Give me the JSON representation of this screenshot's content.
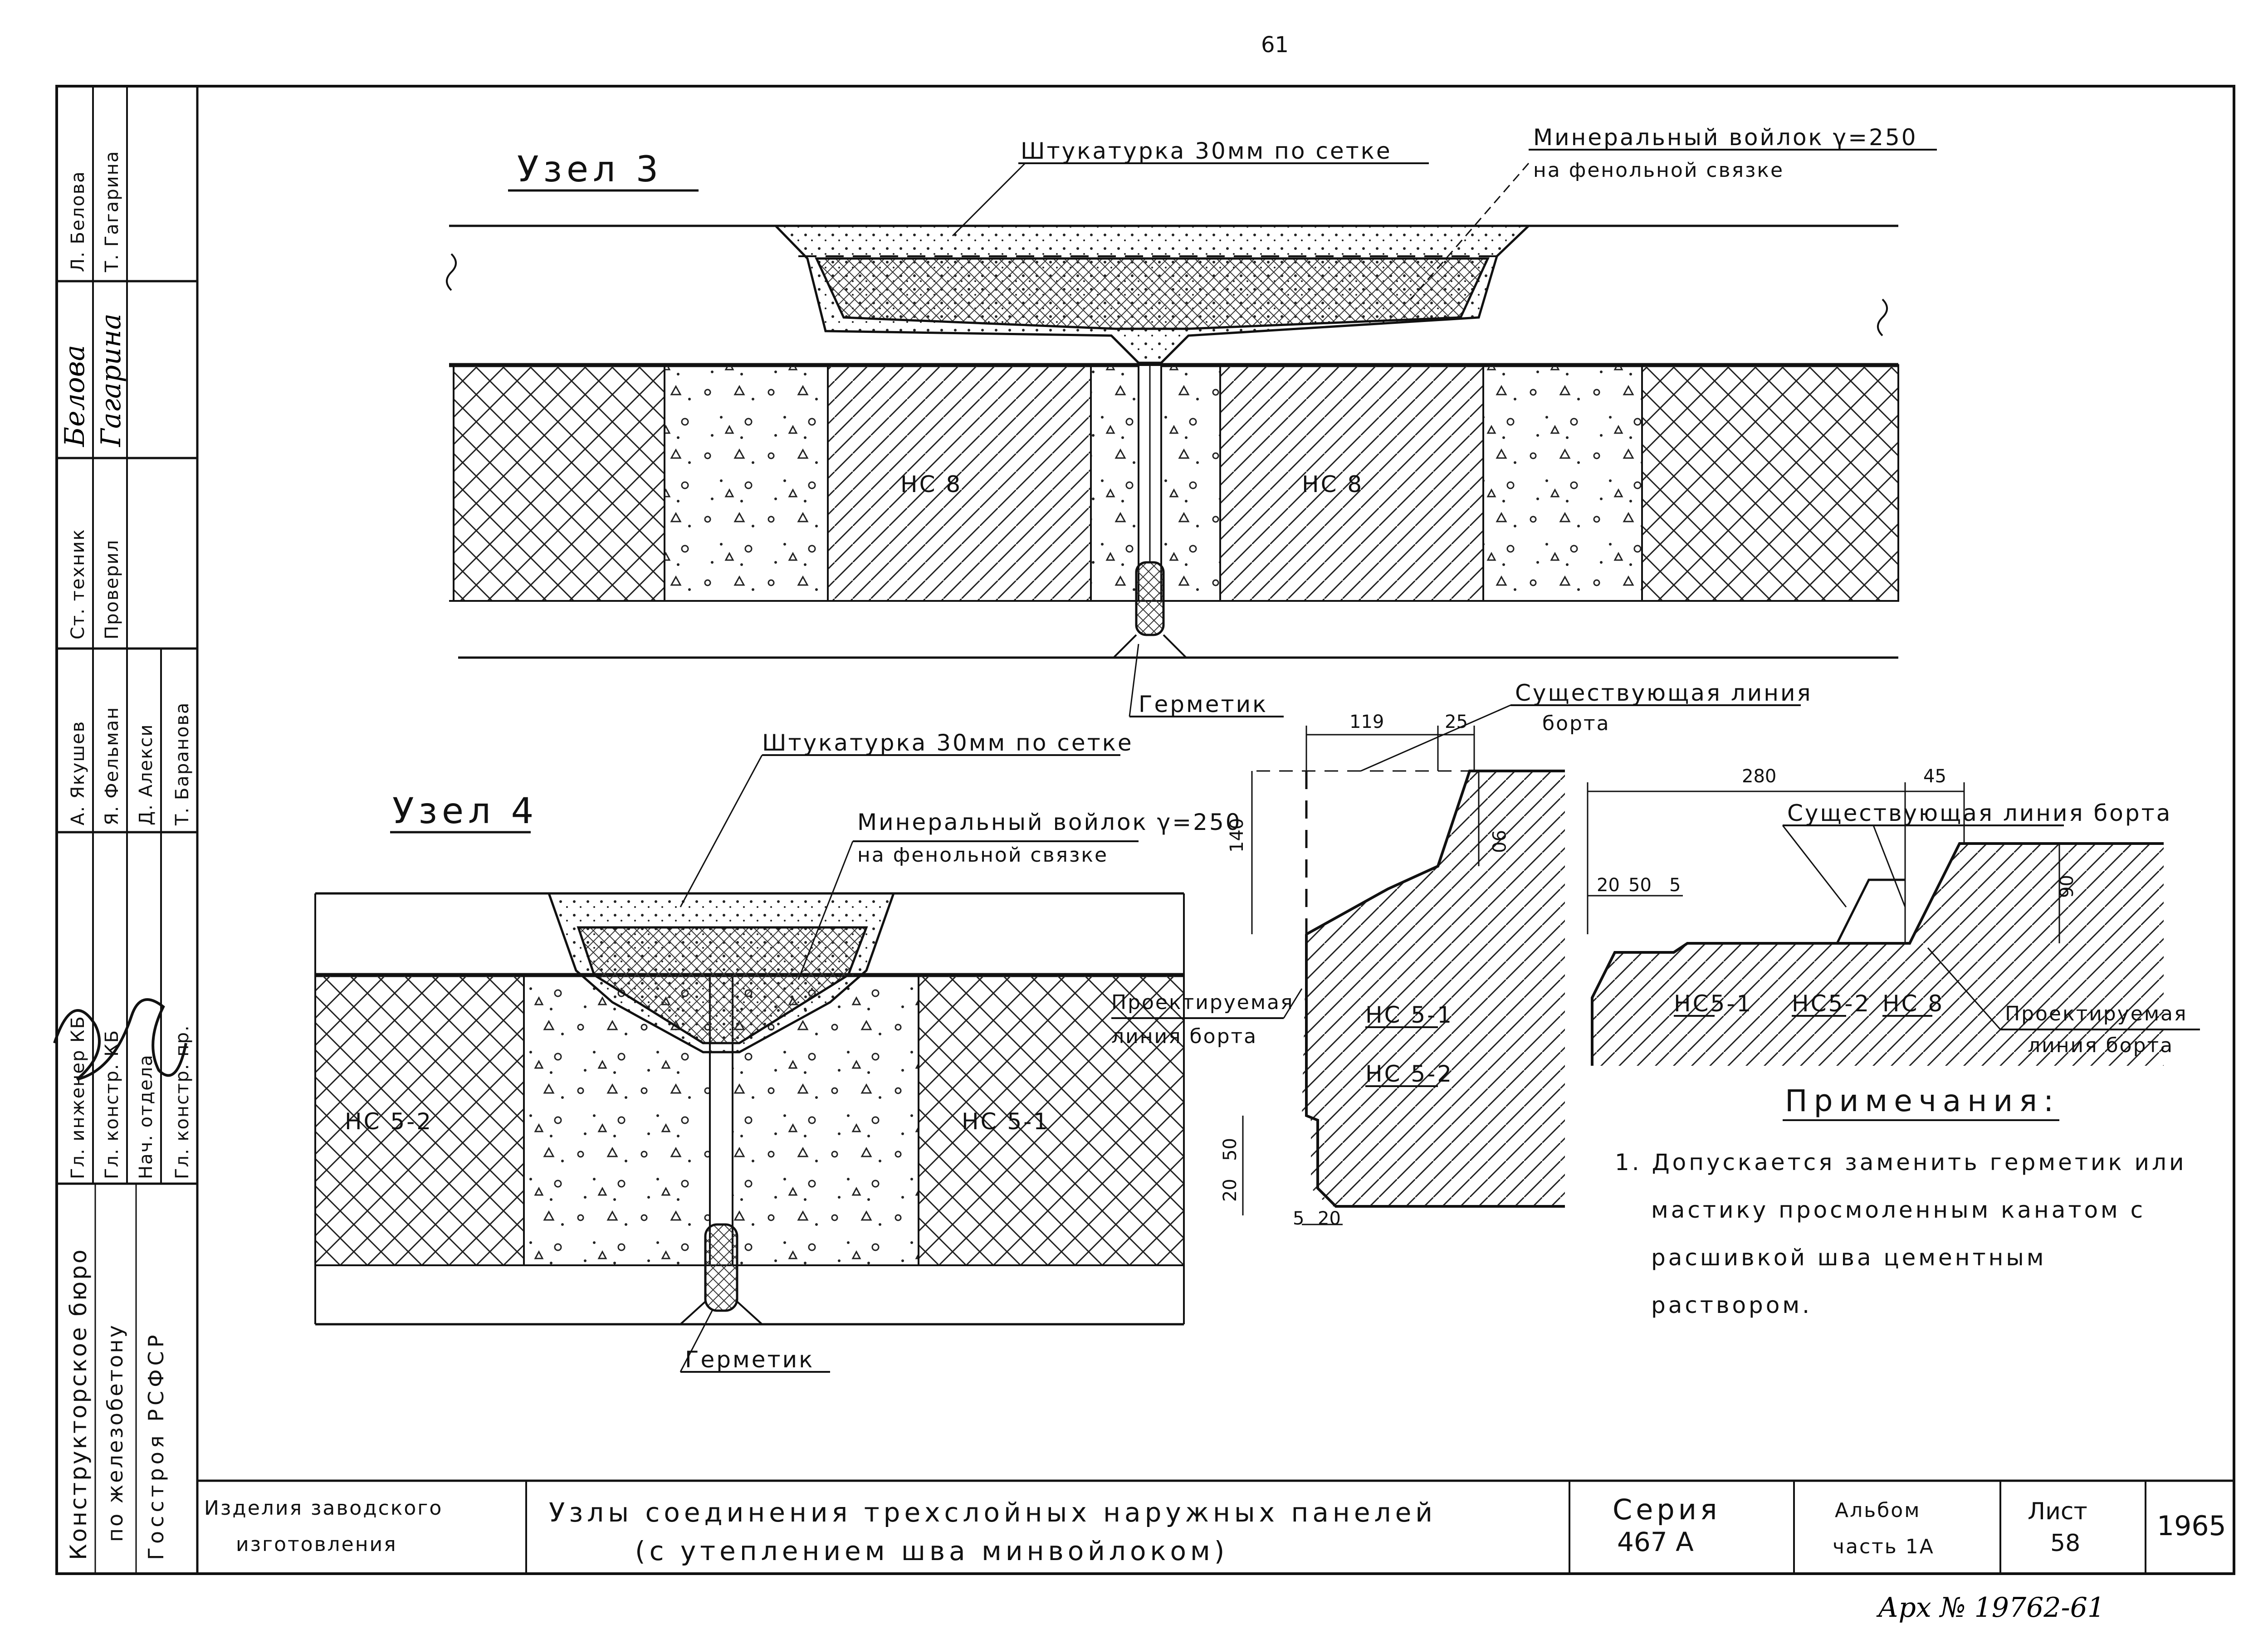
{
  "page_number": "61",
  "archive_number": "Арх № 19762-61",
  "node3": {
    "title": "Узел 3",
    "plaster_label": "Штукатурка 30мм по сетке",
    "felt_label_1": "Минеральный войлок γ=250",
    "felt_label_2": "на фенольной связке",
    "panel_left": "НС 8",
    "panel_right": "НС 8",
    "sealant_label": "Герметик"
  },
  "node4": {
    "title": "Узел 4",
    "plaster_label": "Штукатурка 30мм по сетке",
    "felt_label_1": "Минеральный войлок γ=250",
    "felt_label_2": "на фенольной связке",
    "panel_left": "НС 5-2",
    "panel_right": "НС 5-1",
    "sealant_label": "Герметик"
  },
  "detail1": {
    "existing_edge_1": "Существующая линия",
    "existing_edge_2": "борта",
    "designed_edge_1": "Проектируемая",
    "designed_edge_2": "линия борта",
    "panel_a": "НС 5-1",
    "panel_b": "НС 5-2",
    "dims": {
      "d119": "119",
      "d25": "25",
      "d140": "140",
      "d90": "90",
      "d50": "50",
      "d20": "20",
      "d5": "5",
      "d20b": "20"
    }
  },
  "detail2": {
    "existing_edge": "Существующая линия борта",
    "designed_edge_1": "Проектируемая",
    "designed_edge_2": "линия борта",
    "labels": [
      "НС5-1",
      "НС5-2",
      "НС 8"
    ],
    "dims": {
      "d280": "280",
      "d45": "45",
      "d20": "20",
      "d50": "50",
      "d5": "5",
      "d90": "90"
    }
  },
  "notes": {
    "heading": "Примечания:",
    "item_1_line_1": "1. Допускается заменить герметик или",
    "item_1_line_2": "мастику просмоленным канатом с",
    "item_1_line_3": "расшивкой шва цементным",
    "item_1_line_4": "раствором."
  },
  "sidebar": {
    "org_1": "Конструкторское бюро",
    "org_2": "по железобетону",
    "org_3": "Госстроя РСФСР",
    "roles": [
      "Гл. инженер КБ",
      "Гл. констр. КБ",
      "Нач. отдела",
      "Гл. констр. пр."
    ],
    "names": [
      "А. Якушев",
      "Я. Фельман",
      "Д. Алекси",
      "Т. Баранова"
    ],
    "roles_2": [
      "Ст. техник",
      "Проверил"
    ],
    "names_2": [
      "Л. Белова",
      "Т. Гагарина"
    ],
    "signatures": [
      "Белова",
      "Гагарина"
    ]
  },
  "title_block": {
    "category_1": "Изделия заводского",
    "category_2": "изготовления",
    "title_1": "Узлы соединения трехслойных наружных панелей",
    "title_2": "(с утеплением шва минвойлоком)",
    "series_label": "Серия",
    "series_value": "467 А",
    "album_label": "Альбом",
    "album_value": "часть 1А",
    "sheet_label": "Лист",
    "sheet_value": "58",
    "year": "1965"
  }
}
